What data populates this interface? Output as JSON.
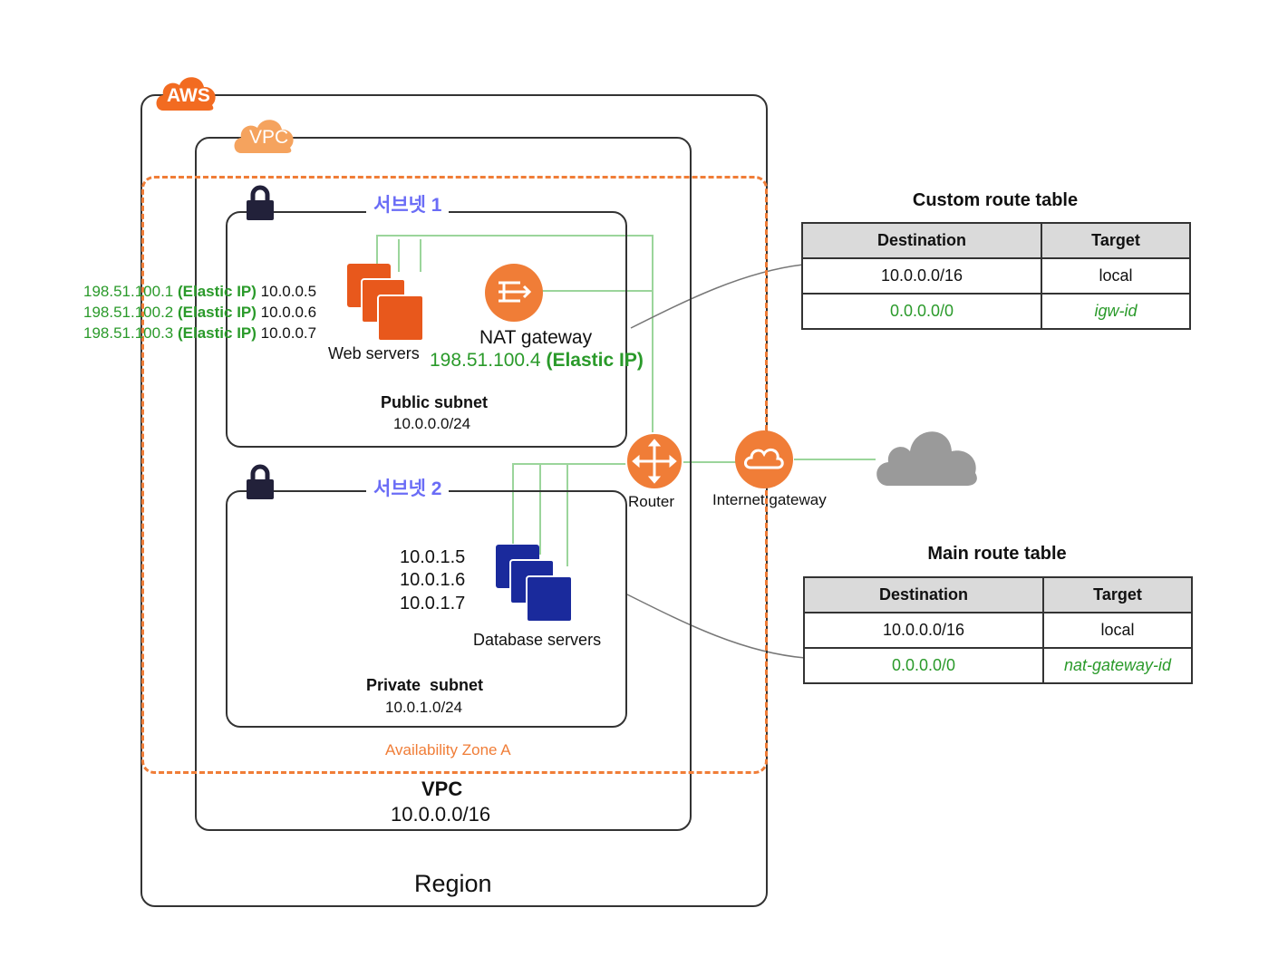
{
  "badges": {
    "aws": "AWS",
    "vpc": "VPC"
  },
  "region": {
    "label": "Region"
  },
  "vpc": {
    "title": "VPC",
    "cidr": "10.0.0.0/16"
  },
  "availability_zone": {
    "label": "Availability Zone A"
  },
  "subnet1": {
    "korean_label": "서브넷 1",
    "name": "Public subnet",
    "cidr": "10.0.0.0/24",
    "web_servers_label": "Web servers",
    "elastic_ips": [
      {
        "eip": "198.51.100.1",
        "eip_suffix": "(Elastic IP)",
        "private": "10.0.0.5"
      },
      {
        "eip": "198.51.100.2",
        "eip_suffix": "(Elastic IP)",
        "private": "10.0.0.6"
      },
      {
        "eip": "198.51.100.3",
        "eip_suffix": "(Elastic IP)",
        "private": "10.0.0.7"
      }
    ],
    "nat_label": "NAT gateway",
    "nat_eip": "198.51.100.4",
    "nat_eip_suffix": "(Elastic IP)"
  },
  "subnet2": {
    "korean_label": "서브넷 2",
    "name": "Private  subnet",
    "cidr": "10.0.1.0/24",
    "db_ips": [
      "10.0.1.5",
      "10.0.1.6",
      "10.0.1.7"
    ],
    "db_servers_label": "Database servers"
  },
  "router": {
    "label": "Router"
  },
  "internet_gateway": {
    "label": "Internet gateway"
  },
  "custom_route_table": {
    "title": "Custom route table",
    "headers": [
      "Destination",
      "Target"
    ],
    "rows": [
      {
        "destination": "10.0.0.0/16",
        "target": "local"
      },
      {
        "destination": "0.0.0.0/0",
        "target": "igw-id"
      }
    ]
  },
  "main_route_table": {
    "title": "Main route table",
    "headers": [
      "Destination",
      "Target"
    ],
    "rows": [
      {
        "destination": "10.0.0.0/16",
        "target": "local"
      },
      {
        "destination": "0.0.0.0/0",
        "target": "nat-gateway-id"
      }
    ]
  },
  "colors": {
    "orange": "#f07d37",
    "aws_orange": "#f26b21",
    "green": "#2a9a2a",
    "line_green": "#8fd08f",
    "db_blue": "#1a2a9c",
    "lock": "#22213a",
    "korean_label": "#6a6cf6"
  }
}
